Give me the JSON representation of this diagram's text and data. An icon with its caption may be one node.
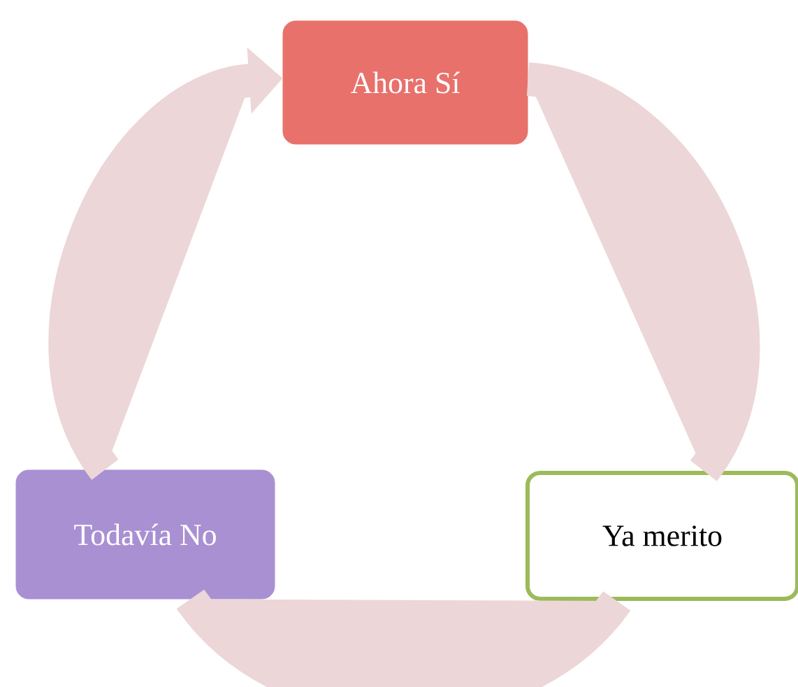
{
  "diagram": {
    "nodes": [
      {
        "text": [
          "Ahora Sí"
        ]
      },
      {
        "text": [
          "Todavía No"
        ]
      },
      {
        "text": [
          "Ya merito"
        ]
      }
    ],
    "edges": [
      {
        "from": 1,
        "to": 0,
        "arrow": "to"
      },
      {
        "from": 0,
        "to": 2,
        "arrow": "none"
      },
      {
        "from": 2,
        "to": 1,
        "arrow": "none"
      }
    ]
  }
}
